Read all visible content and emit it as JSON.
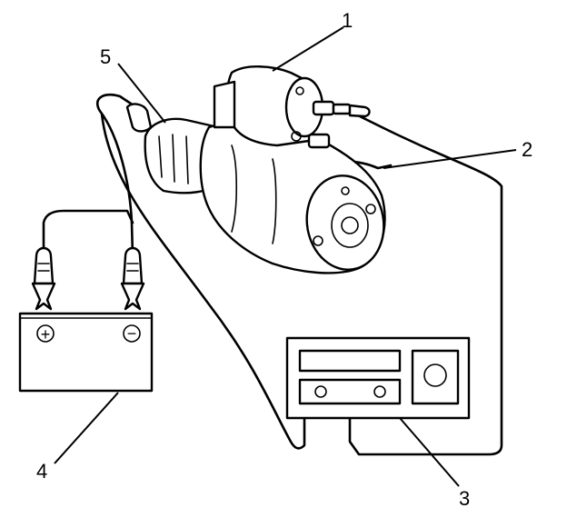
{
  "callouts": {
    "c1": "1",
    "c2": "2",
    "c3": "3",
    "c4": "4",
    "c5": "5"
  },
  "battery": {
    "positive_symbol": "+",
    "negative_symbol": "−"
  }
}
